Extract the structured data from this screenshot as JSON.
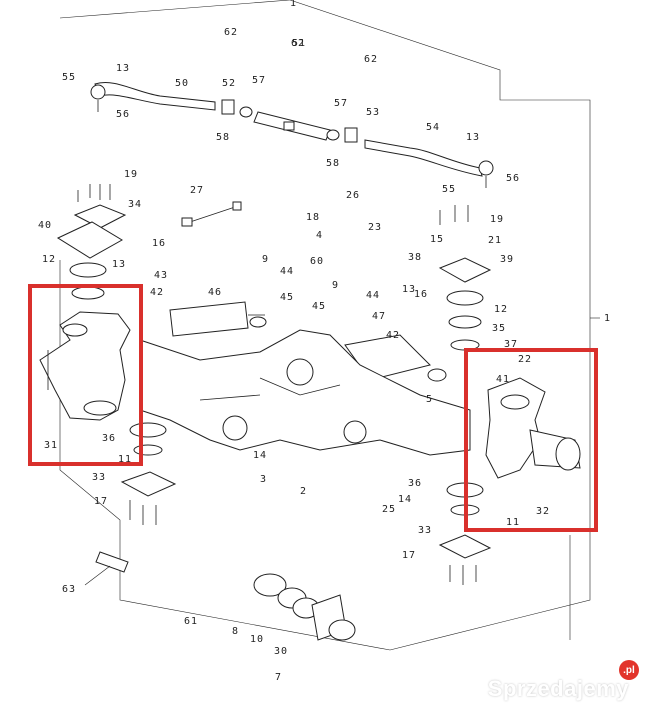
{
  "diagram": {
    "part_numbers": [
      "1",
      "2",
      "3",
      "4",
      "5",
      "7",
      "8",
      "9",
      "10",
      "11",
      "12",
      "13",
      "14",
      "15",
      "16",
      "17",
      "18",
      "19",
      "21",
      "22",
      "23",
      "25",
      "26",
      "27",
      "30",
      "31",
      "32",
      "33",
      "34",
      "35",
      "36",
      "37",
      "38",
      "39",
      "40",
      "41",
      "42",
      "43",
      "44",
      "45",
      "46",
      "47",
      "50",
      "51",
      "52",
      "53",
      "54",
      "55",
      "56",
      "57",
      "58",
      "60",
      "61",
      "62",
      "63"
    ],
    "highlight_color": "#d9302c"
  },
  "watermark": {
    "text": "Sprzedajemy",
    "badge": ".pl"
  }
}
